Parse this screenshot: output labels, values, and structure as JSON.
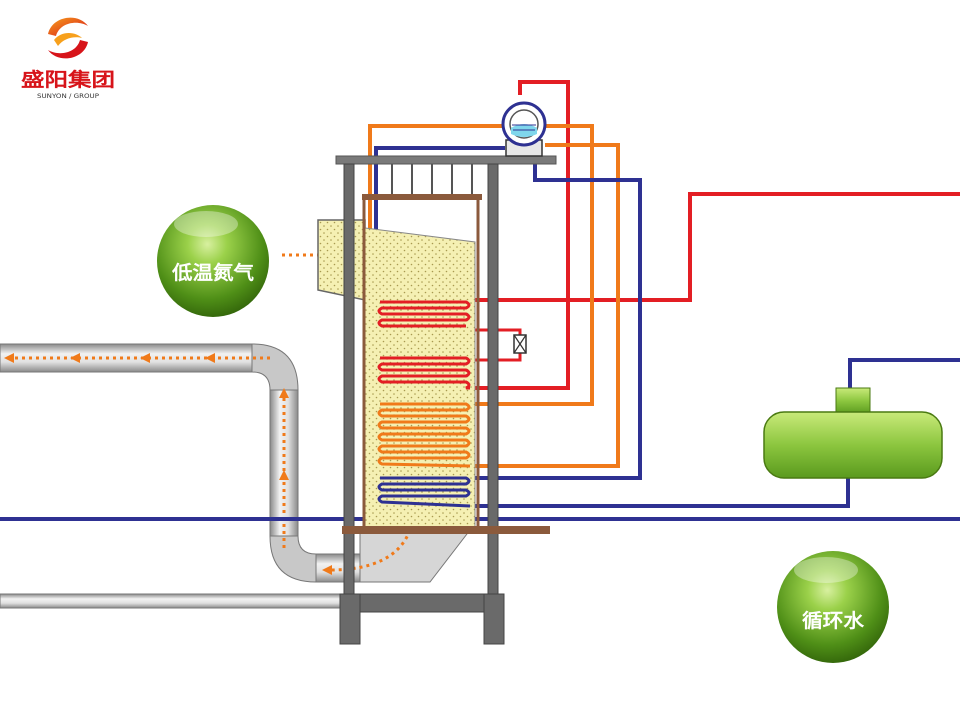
{
  "logo": {
    "company_name": "盛阳集团",
    "company_subtitle": "SUNYON / GROUP"
  },
  "labels": {
    "low_temp_nitrogen": "低温氮气",
    "circulating_water": "循环水"
  },
  "colors": {
    "background": "#ffffff",
    "pipe_red": "#e31e24",
    "pipe_orange": "#f07a1a",
    "pipe_blue": "#2e3192",
    "gas_arrow": "#f07a1a",
    "frame": "#5a5a5a",
    "sand_fill": "#f5f0b3",
    "tank_green": "#8cc63f",
    "ball_green": "#5a9e1e"
  },
  "icons": {
    "logo": "swirl-logo-icon",
    "drum": "steam-drum-icon",
    "valve": "valve-icon",
    "tank": "water-tank-icon"
  }
}
